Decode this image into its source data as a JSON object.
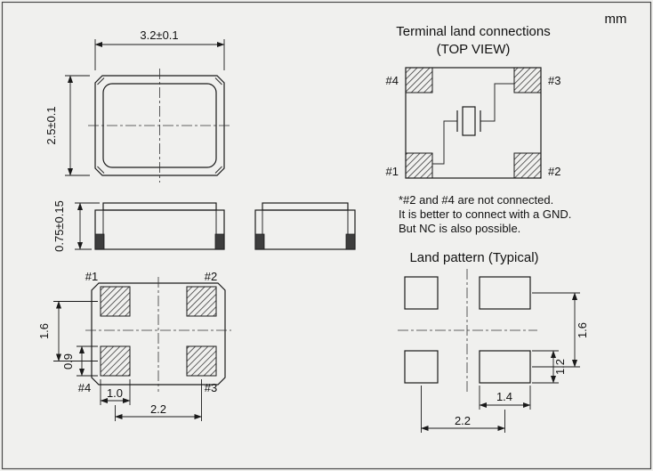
{
  "units_label": "mm",
  "top_view": {
    "dim_width": "3.2±0.1",
    "dim_height": "2.5±0.1"
  },
  "side_view": {
    "dim_thickness": "0.75±0.15"
  },
  "bottom_view": {
    "pad1_label": "#1",
    "pad2_label": "#2",
    "pad3_label": "#3",
    "pad4_label": "#4",
    "dim_row_pitch": "1.6",
    "dim_pad_height": "0.9",
    "dim_pad_width": "1.0",
    "dim_col_pitch": "2.2"
  },
  "terminal_connections": {
    "title": "Terminal land connections",
    "subtitle": "(TOP VIEW)",
    "pad1_label": "#1",
    "pad2_label": "#2",
    "pad3_label": "#3",
    "pad4_label": "#4",
    "note_line1": "*#2 and #4 are not connected.",
    "note_line2": "It is better to connect with a GND.",
    "note_line3": "But NC is also possible."
  },
  "land_pattern": {
    "title": "Land pattern (Typical)",
    "dim_row_pitch": "1.6",
    "dim_pad_height": "1.2",
    "dim_pad_width": "1.4",
    "dim_col_pitch": "2.2"
  }
}
